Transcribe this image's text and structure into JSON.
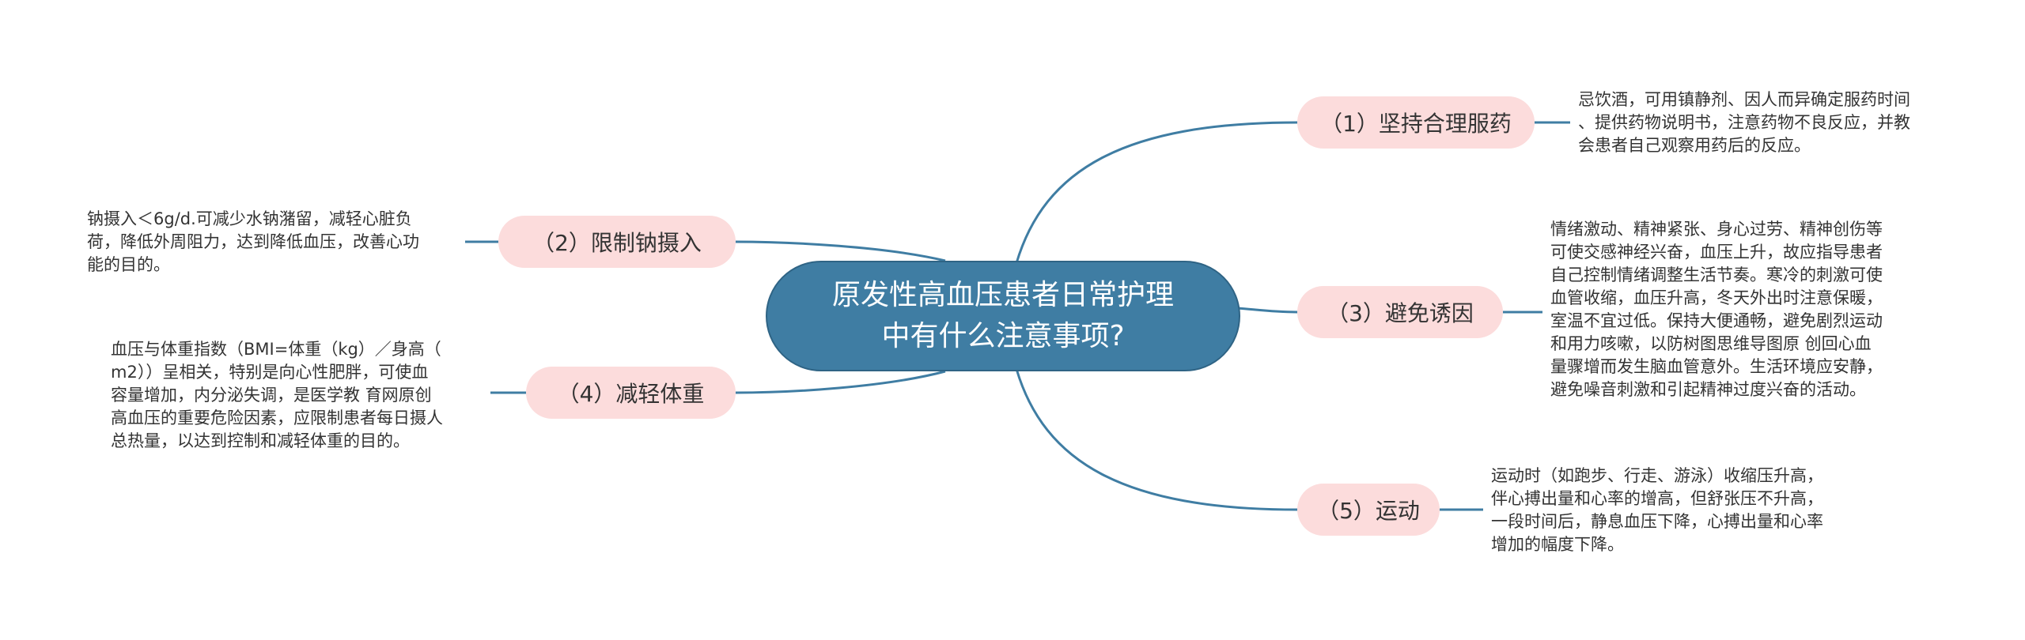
{
  "center": {
    "title": "原发性高血压患者日常护理中有什么注意事项?"
  },
  "branches": [
    {
      "label": "（1）坚持合理服药",
      "detail": "忌饮酒，可用镇静剂、因人而异确定服药时间\n、提供药物说明书，注意药物不良反应，并教\n会患者自己观察用药后的反应。"
    },
    {
      "label": "（2）限制钠摄入",
      "detail": "钠摄入＜6g/d.可减少水钠潴留，减轻心脏负\n荷，降低外周阻力，达到降低血压，改善心功\n能的目的。"
    },
    {
      "label": "（3）避免诱因",
      "detail": "情绪激动、精神紧张、身心过劳、精神创伤等\n可使交感神经兴奋，血压上升，故应指导患者\n自己控制情绪调整生活节奏。寒冷的刺激可使\n血管收缩，血压升高，冬天外出时注意保暖，\n室温不宜过低。保持大便通畅，避免剧烈运动\n和用力咳嗽，以防树图思维导图原 创回心血\n量骤增而发生脑血管意外。生活环境应安静，\n避免噪音刺激和引起精神过度兴奋的活动。"
    },
    {
      "label": "（4）减轻体重",
      "detail": "血压与体重指数（BMI=体重（kg）／身高（\nm2））呈相关，特别是向心性肥胖，可使血\n容量增加，内分泌失调，是医学教 育网原创\n高血压的重要危险因素，应限制患者每日摄人\n总热量，以达到控制和减轻体重的目的。"
    },
    {
      "label": "（5）运动",
      "detail": "运动时（如跑步、行走、游泳）收缩压升高，\n伴心搏出量和心率的增高，但舒张压不升高，\n一段时间后，静息血压下降，心搏出量和心率\n增加的幅度下降。"
    }
  ],
  "colors": {
    "center_fill": "#3f7da3",
    "branch_fill": "#fcdcdc",
    "connector": "#3f7da3"
  }
}
